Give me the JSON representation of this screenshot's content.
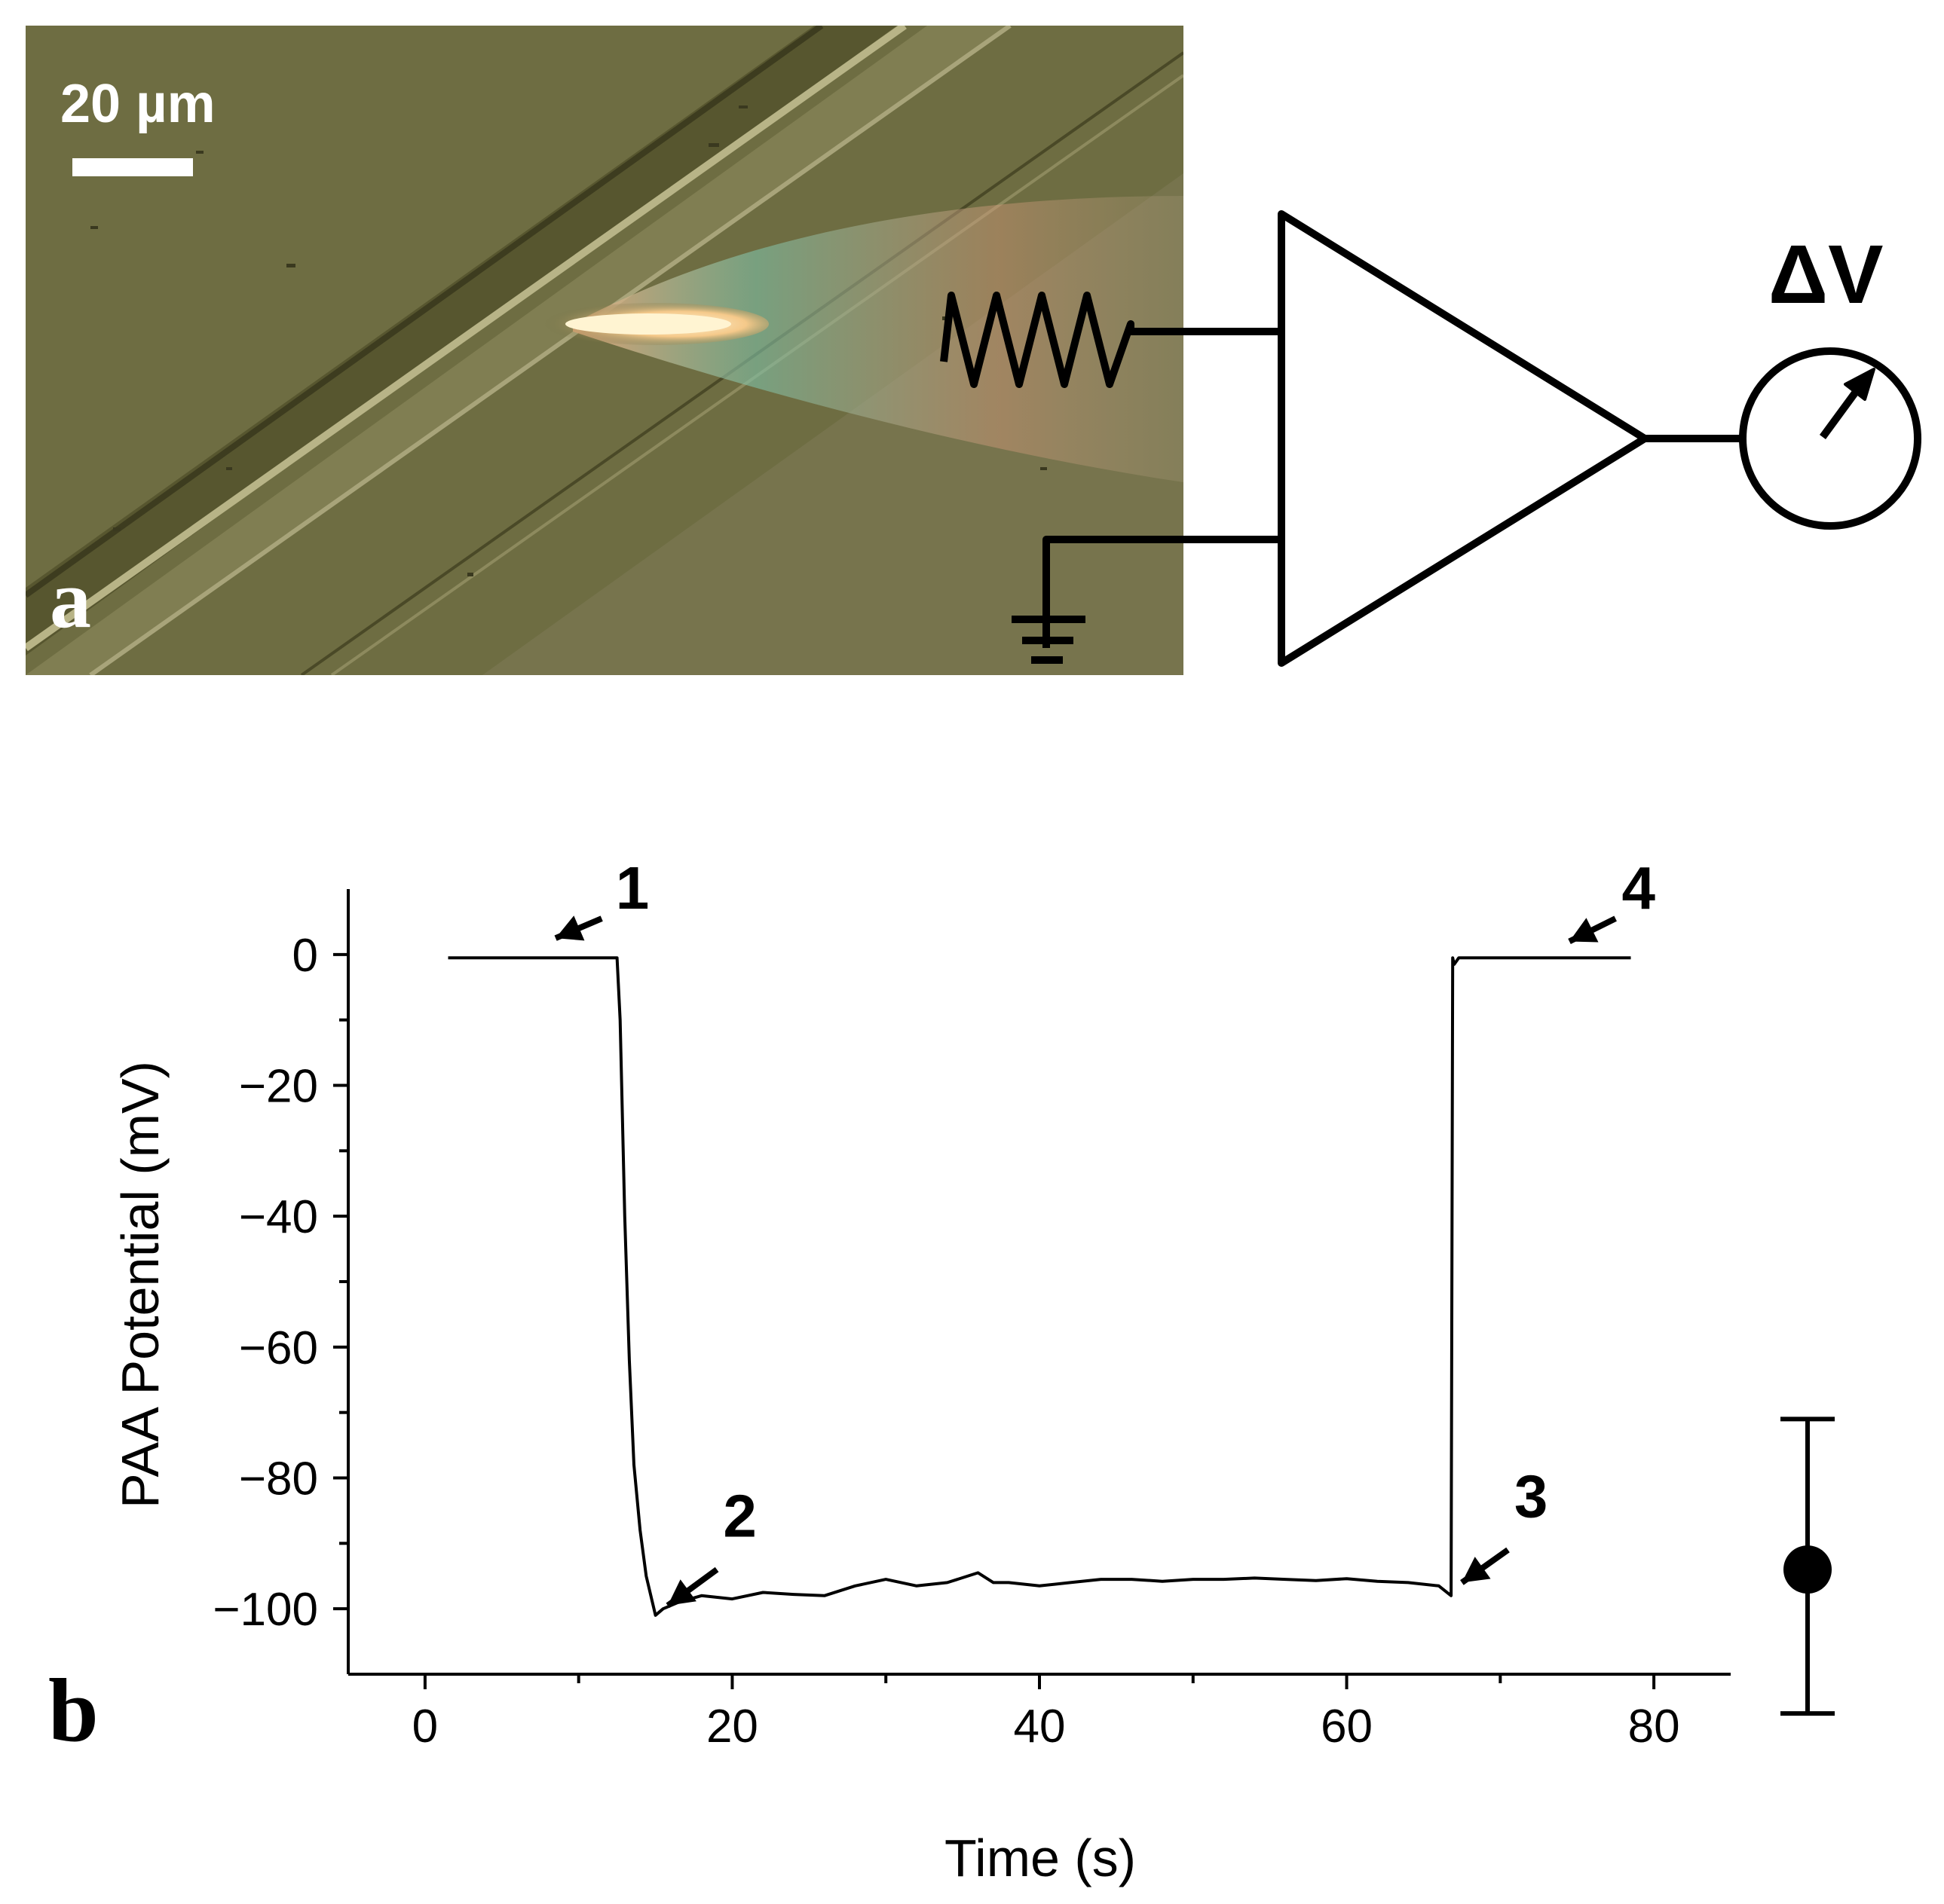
{
  "panel_a": {
    "letter": "a",
    "scale_bar_label": "20 µm",
    "meter_label": "ΔV",
    "colors": {
      "background": "#6b6a3f",
      "stripe_dark": "#3f3e22",
      "stripe_light": "#a9a67a",
      "electrode_tip": "#ffe8b0"
    }
  },
  "panel_b": {
    "letter": "b",
    "callouts": [
      "1",
      "2",
      "3",
      "4"
    ]
  },
  "chart_data": {
    "type": "line",
    "xlabel": "Time (s)",
    "ylabel": "PAA Potential (mV)",
    "xlim": [
      -5,
      85
    ],
    "ylim": [
      -110,
      10
    ],
    "xticks": [
      0,
      20,
      40,
      60,
      80
    ],
    "yticks": [
      0,
      -20,
      -40,
      -60,
      -80,
      -100
    ],
    "grid": false,
    "series": [
      {
        "x": [
          1.5,
          12.5,
          12.7,
          13.0,
          13.3,
          13.6,
          14.0,
          14.4,
          14.8,
          15.0,
          15.5,
          16.5,
          18,
          20,
          22,
          24,
          26,
          28,
          30,
          32,
          34,
          36,
          37,
          38,
          40,
          42,
          44,
          46,
          48,
          50,
          52,
          54,
          56,
          58,
          60,
          62,
          64,
          66,
          66.8,
          66.9,
          67.0,
          67.3,
          68,
          70,
          72,
          75,
          78.5
        ],
        "y": [
          -0.5,
          -0.5,
          -10,
          -40,
          -62,
          -78,
          -88,
          -95,
          -99,
          -101,
          -100,
          -99,
          -98,
          -98.5,
          -97.5,
          -97.8,
          -98,
          -96.5,
          -95.5,
          -96.5,
          -96,
          -94.5,
          -96,
          -96,
          -96.5,
          -96,
          -95.5,
          -95.5,
          -95.8,
          -95.5,
          -95.5,
          -95.3,
          -95.5,
          -95.7,
          -95.4,
          -95.8,
          -96,
          -96.5,
          -98,
          -0.5,
          -1.5,
          -0.5,
          -0.5,
          -0.5,
          -0.5,
          -0.5,
          -0.5
        ]
      }
    ],
    "summary_point": {
      "x": "side",
      "mean": -94,
      "error_high": -71,
      "error_low": -116
    }
  }
}
